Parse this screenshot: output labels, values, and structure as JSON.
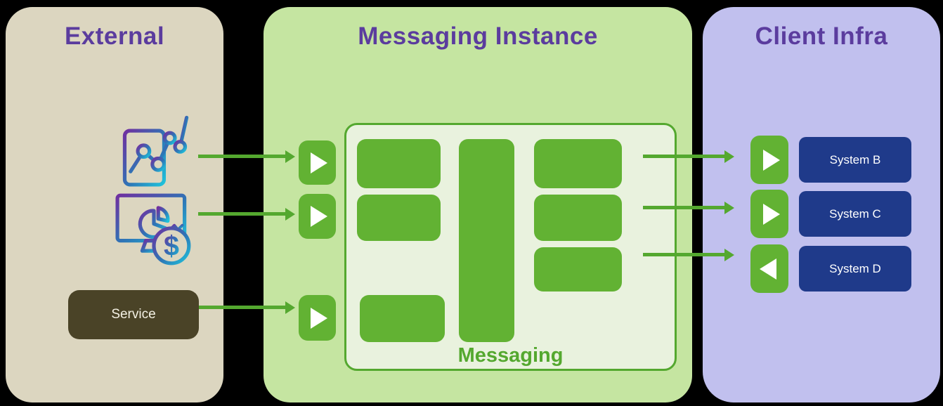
{
  "panels": {
    "external": {
      "title": "External",
      "service_label": "Service",
      "icons": [
        "mobile-analytics-icon",
        "finance-dashboard-icon"
      ]
    },
    "messaging": {
      "title": "Messaging Instance",
      "box_label": "Messaging",
      "block_count": 7
    },
    "client": {
      "title": "Client Infra",
      "systems": [
        {
          "label": "System B",
          "direction": "right"
        },
        {
          "label": "System C",
          "direction": "right"
        },
        {
          "label": "System D",
          "direction": "left"
        }
      ]
    }
  },
  "colors": {
    "background": "#000000",
    "external_bg": "#dcd6c0",
    "messaging_bg": "#c5e5a1",
    "messaging_box_bg": "#e9f2de",
    "client_bg": "#c1c0ee",
    "block_green": "#62b233",
    "arrow_green": "#54a82f",
    "system_navy": "#1f3a8a",
    "title_purple": "#5b3c9e",
    "service_olive": "#4a4327",
    "icon_gradient": [
      "#7030a0",
      "#2e75b6",
      "#1fc3db"
    ]
  }
}
